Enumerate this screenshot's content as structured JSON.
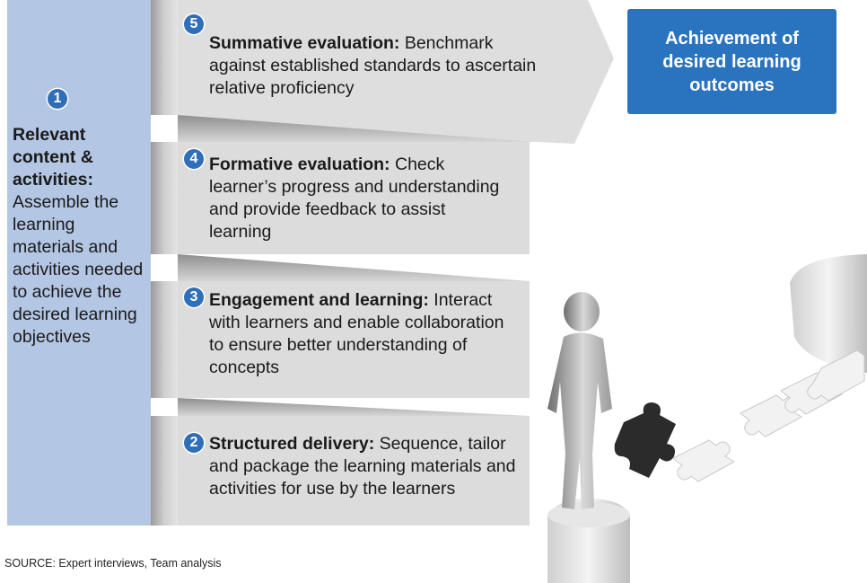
{
  "left_panel": {
    "number": "1",
    "heading": "Relevant content & activities:",
    "body": "Assemble the learning materials and activities needed to achieve the desired learning objectives"
  },
  "steps": [
    {
      "number": "5",
      "title": "Summative evaluation:",
      "body": "Benchmark against established standards to ascertain relative proficiency"
    },
    {
      "number": "4",
      "title": "Formative evaluation:",
      "body": "Check learner’s progress and understanding and provide feedback to assist learning"
    },
    {
      "number": "3",
      "title": "Engagement and learning:",
      "body": "Interact with learners and enable collaboration to ensure better understanding of concepts"
    },
    {
      "number": "2",
      "title": "Structured delivery:",
      "body": "Sequence, tailor and package the learning materials and activities for use by the learners"
    }
  ],
  "outcome": {
    "label": "Achievement of desired learning outcomes"
  },
  "source": "SOURCE: Expert interviews, Team analysis",
  "colors": {
    "accent": "#2a73bf",
    "left_panel": "#b3c6e3",
    "step_fill": "#dcdcdc"
  },
  "illustration": {
    "icon": "person-with-puzzle-piece-illustration"
  }
}
